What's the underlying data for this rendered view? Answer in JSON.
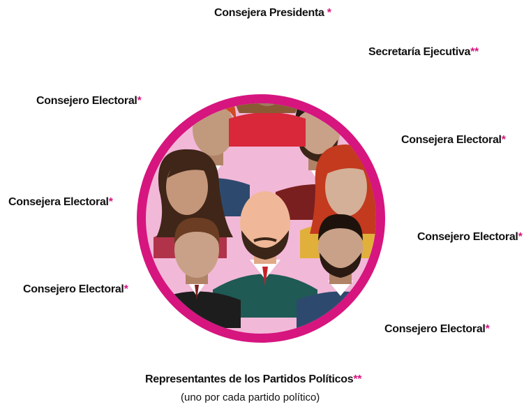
{
  "colors": {
    "ring": "#d6157f",
    "ring_fill": "#f2b8d8",
    "asterisk": "#d6157f",
    "text": "#111111"
  },
  "labels": {
    "presidenta": {
      "text": "Consejera Presidenta",
      "mark": "*"
    },
    "secretaria": {
      "text": "Secretaría Ejecutiva",
      "mark": "**"
    },
    "consejero_top_left": {
      "text": "Consejero Electoral",
      "mark": "*"
    },
    "consejera_right_1": {
      "text": "Consejera Electoral",
      "mark": "*"
    },
    "consejera_left": {
      "text": "Consejera Electoral",
      "mark": "*"
    },
    "consejero_right_2": {
      "text": "Consejero Electoral",
      "mark": "*"
    },
    "consejero_bottom_left": {
      "text": "Consejero Electoral",
      "mark": "*"
    },
    "consejero_bottom_right": {
      "text": "Consejero Electoral",
      "mark": "*"
    },
    "representantes": {
      "text": "Representantes de los Partidos Políticos",
      "mark": "**"
    },
    "representantes_sub": "(uno por cada partido político)"
  },
  "figures": [
    {
      "icon": "woman-brown-hair-icon"
    },
    {
      "icon": "man-red-hair-icon"
    },
    {
      "icon": "man-beard-icon"
    },
    {
      "icon": "woman-long-hair-icon"
    },
    {
      "icon": "woman-red-hair-icon"
    },
    {
      "icon": "man-bald-beard-icon"
    },
    {
      "icon": "man-brown-hair-icon"
    },
    {
      "icon": "man-dark-beard-icon"
    }
  ]
}
